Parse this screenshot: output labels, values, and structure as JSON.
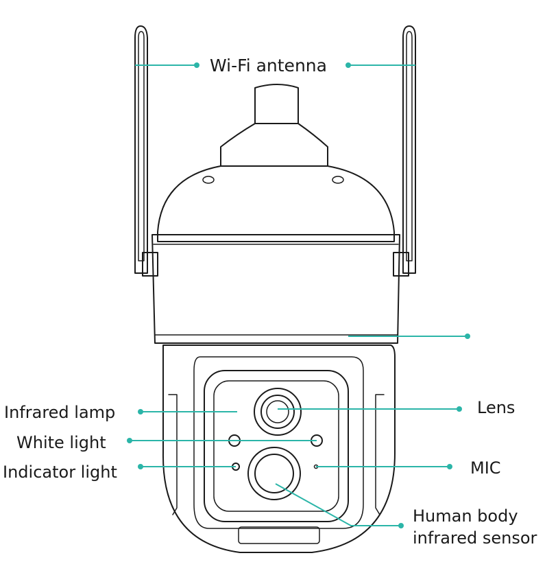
{
  "labels": {
    "wifi_antenna": "Wi-Fi antenna",
    "infrared_lamp": "Infrared lamp",
    "white_light": "White light",
    "indicator_light": "Indicator light",
    "lens": "Lens",
    "mic": "MIC",
    "human_body_sensor_line1": "Human body",
    "human_body_sensor_line2": "infrared sensor"
  },
  "colors": {
    "leader": "#2bb5a8",
    "outline": "#1a1a1a",
    "background": "#ffffff"
  }
}
